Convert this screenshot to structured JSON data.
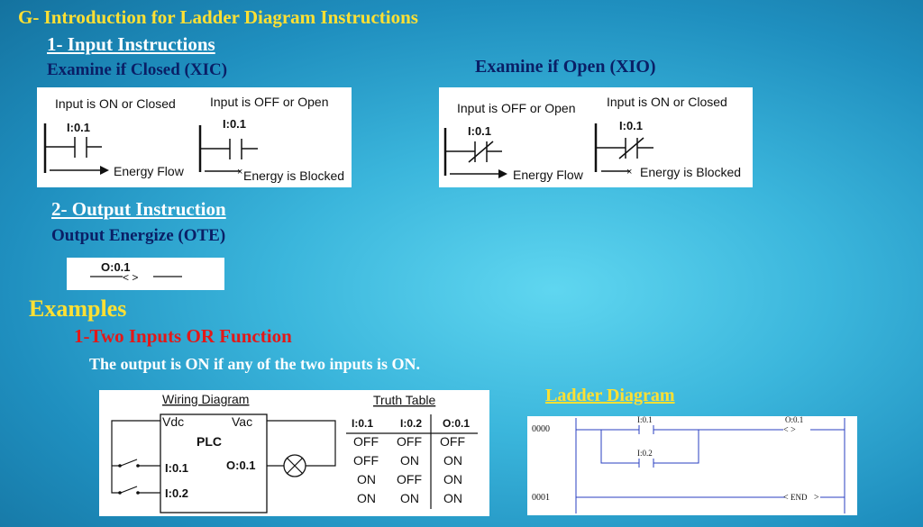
{
  "heading": "G- Introduction for Ladder Diagram Instructions",
  "input_section": {
    "title": "1- Input Instructions",
    "xic_title": "Examine if Closed (XIC)",
    "xio_title": "Examine if Open (XIO)"
  },
  "xic_figure": {
    "left_caption": "Input is ON or Closed",
    "left_address": "I:0.1",
    "left_flow": "Energy Flow",
    "right_caption": "Input is OFF or Open",
    "right_address": "I:0.1",
    "right_flow": "Energy is Blocked"
  },
  "xio_figure": {
    "left_caption": "Input is OFF or Open",
    "left_address": "I:0.1",
    "left_flow": "Energy Flow",
    "right_caption": "Input is ON or Closed",
    "right_address": "I:0.1",
    "right_flow": "Energy is Blocked"
  },
  "output_section": {
    "title": "2- Output Instruction",
    "subtitle": "Output Energize (OTE)",
    "address": "O:0.1"
  },
  "examples": {
    "title": "Examples",
    "example1_title": "1-Two Inputs OR Function",
    "description": "The output is ON if any of the two inputs is ON.",
    "ladder_title": "Ladder Diagram"
  },
  "wiring": {
    "title": "Wiring Diagram",
    "vdc": "Vdc",
    "vac": "Vac",
    "plc": "PLC",
    "in1": "I:0.1",
    "in2": "I:0.2",
    "out": "O:0.1"
  },
  "truth_table": {
    "title": "Truth Table",
    "headers": [
      "I:0.1",
      "I:0.2",
      "O:0.1"
    ],
    "rows": [
      [
        "OFF",
        "OFF",
        "OFF"
      ],
      [
        "OFF",
        "ON",
        "ON"
      ],
      [
        "ON",
        "OFF",
        "ON"
      ],
      [
        "ON",
        "ON",
        "ON"
      ]
    ]
  },
  "ladder": {
    "rung1": "0000",
    "rung2": "0001",
    "contact1": "I:0.1",
    "contact2": "I:0.2",
    "coil": "O:0.1",
    "end": "END"
  }
}
